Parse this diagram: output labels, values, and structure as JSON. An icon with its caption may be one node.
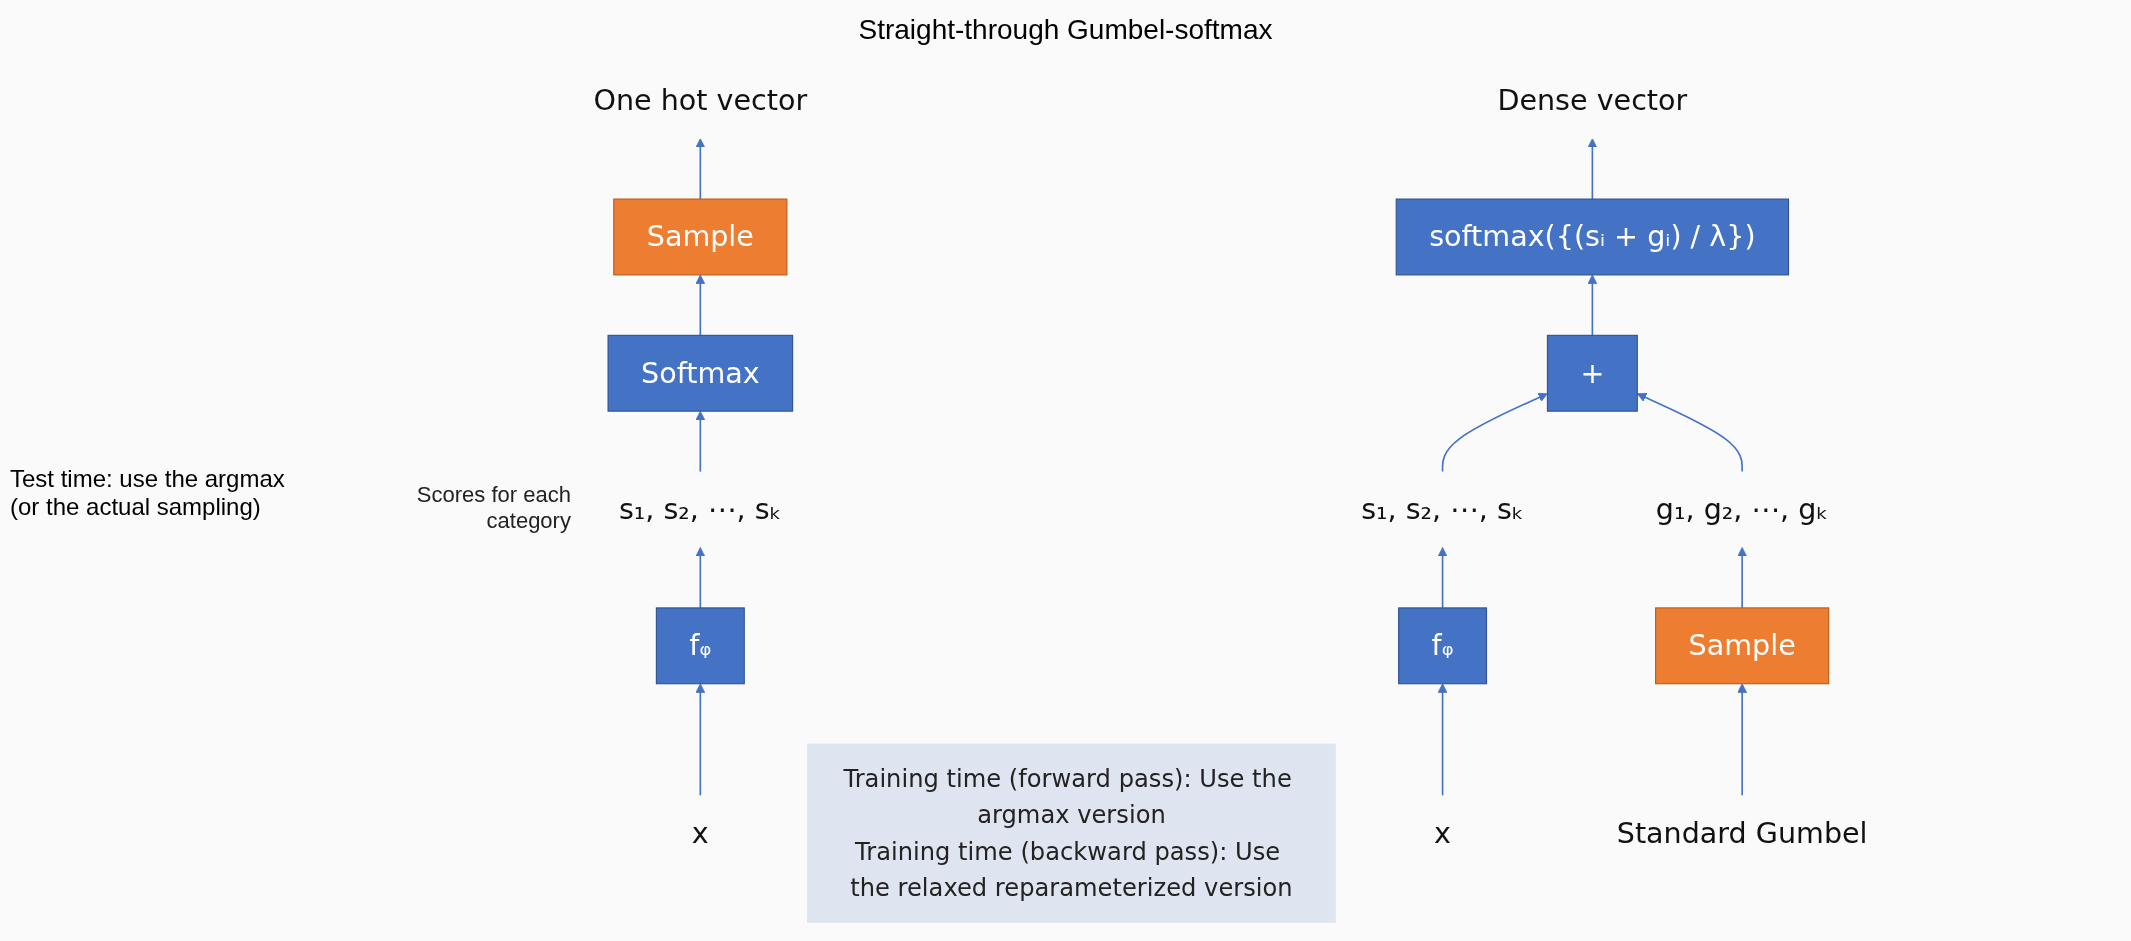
{
  "diagram": {
    "title": "Straight-through Gumbel-softmax",
    "nodes": [
      {
        "text": [
          "One hot vector"
        ]
      },
      {
        "text": [
          "Sample"
        ]
      },
      {
        "text": [
          "Softmax"
        ]
      },
      {
        "text": [
          "s₁, s₂, ⋯, sₖ"
        ],
        "beside": [
          "Scores for each category"
        ]
      },
      {
        "text": [
          "fᵩ"
        ]
      },
      {
        "text": [
          "x"
        ]
      },
      {
        "text": [
          "Training time (forward pass): Use the argmax version",
          "Training time (backward pass): Use the relaxed reparameterized version"
        ]
      },
      {
        "text": [
          "Dense vector"
        ]
      },
      {
        "text": [
          "softmax({(sᵢ + gᵢ) / λ})"
        ]
      },
      {
        "text": [
          "+"
        ]
      },
      {
        "text": [
          "s₁, s₂, ⋯, sₖ"
        ]
      },
      {
        "text": [
          "g₁, g₂, ⋯, gₖ"
        ]
      },
      {
        "text": [
          "fᵩ"
        ]
      },
      {
        "text": [
          "Sample"
        ]
      },
      {
        "text": [
          "x"
        ]
      },
      {
        "text": [
          "Standard Gumbel"
        ]
      }
    ],
    "edges": [
      {
        "from": 5,
        "to": 4,
        "arrow": "to"
      },
      {
        "from": 4,
        "to": 3,
        "arrow": "to"
      },
      {
        "from": 3,
        "to": 2,
        "arrow": "to"
      },
      {
        "from": 2,
        "to": 1,
        "arrow": "to"
      },
      {
        "from": 1,
        "to": 0,
        "arrow": "to"
      },
      {
        "from": 14,
        "to": 12,
        "arrow": "to"
      },
      {
        "from": 12,
        "to": 10,
        "arrow": "to"
      },
      {
        "from": 15,
        "to": 13,
        "arrow": "to"
      },
      {
        "from": 13,
        "to": 11,
        "arrow": "to"
      },
      {
        "from": 10,
        "to": 9,
        "arrow": "to"
      },
      {
        "from": 11,
        "to": 9,
        "arrow": "to"
      },
      {
        "from": 9,
        "to": 8,
        "arrow": "to"
      },
      {
        "from": 8,
        "to": 7,
        "arrow": "to"
      }
    ],
    "labels": [
      "Test time: use the argmax (or the actual sampling)"
    ]
  }
}
